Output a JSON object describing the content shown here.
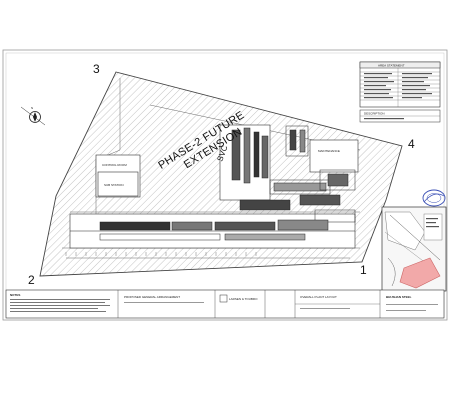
{
  "corners": [
    "3",
    "4",
    "2",
    "1"
  ],
  "phase_label": {
    "line1": "PHASE-2 FUTURE",
    "line2": "EXTENSION"
  },
  "svc_label": "SVC",
  "building_labels": {
    "control_room": "CONTROL ROOM",
    "sub_station": "SUB STATION",
    "maintenance": "MAINTENANCE"
  },
  "notes_title": "NOTES",
  "tables": {
    "area_statement": "AREA STATEMENT",
    "description": "DESCRIPTION"
  },
  "title_block": {
    "company": "LARSEN & TOUBRO",
    "project": "PROPOSED GENERAL ARRANGEMENT",
    "drawing": "OVERALL PLANT LAYOUT",
    "client": "BHUSHAN STEEL"
  }
}
